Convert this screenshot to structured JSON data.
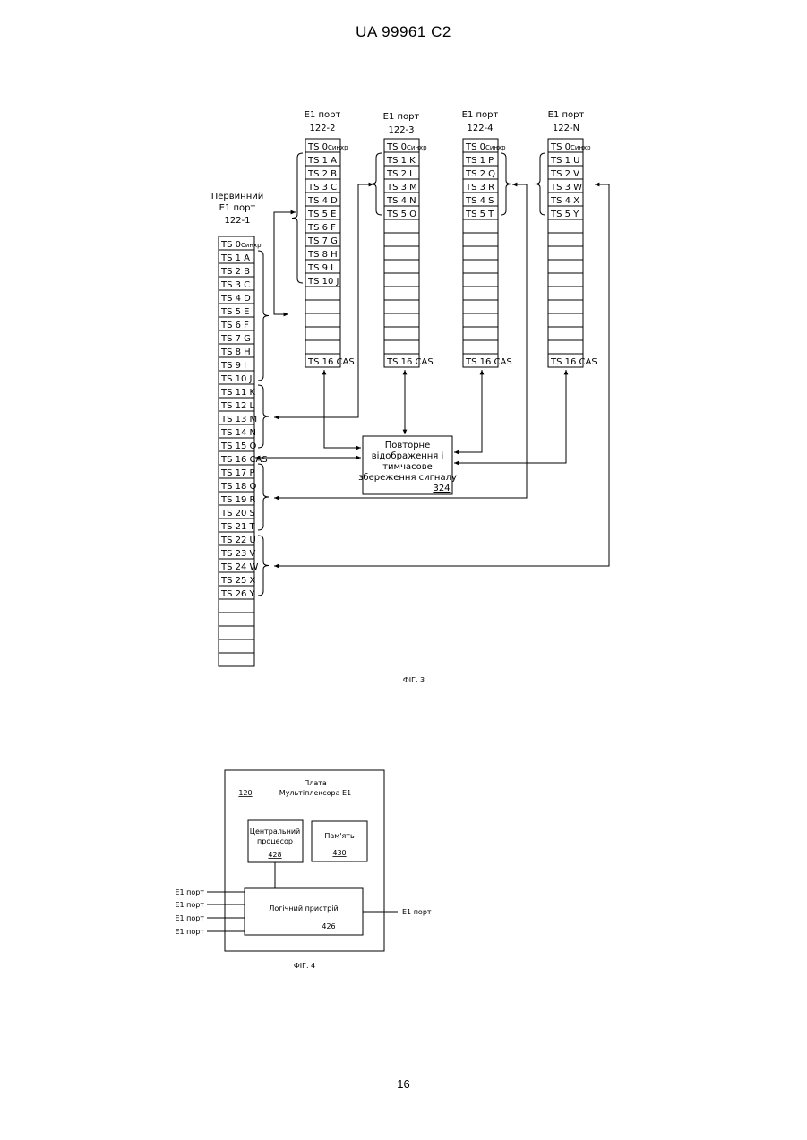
{
  "header": "UA   99961   C2",
  "page_number": "16",
  "fig3": {
    "caption": "ФІГ. 3",
    "primary": {
      "label_line1": "Первинний",
      "label_line2": "E1 порт",
      "label_line3": "122-1",
      "slots": [
        "TS 0",
        "TS 1 A",
        "TS 2 B",
        "TS 3 C",
        "TS 4 D",
        "TS 5 E",
        "TS 6 F",
        "TS 7 G",
        "TS 8 H",
        "TS 9 I",
        "TS 10 J",
        "TS 11 K",
        "TS 12 L",
        "TS 13 M",
        "TS 14 N",
        "TS 15 O",
        "TS 16 CAS",
        "TS 17 P",
        "TS 18 Q",
        "TS 19 R",
        "TS 20 S",
        "TS 21 T",
        "TS 22 U",
        "TS 23 V",
        "TS 24 W",
        "TS 25 X",
        "TS 26 Y",
        "",
        "",
        "",
        "",
        ""
      ]
    },
    "ts0_suffix": "Синхр",
    "ports": [
      {
        "label_line1": "E1 порт",
        "label_line2": "122-2",
        "slots": [
          "TS 0",
          "TS 1 A",
          "TS 2 B",
          "TS 3 C",
          "TS 4 D",
          "TS 5 E",
          "TS 6 F",
          "TS 7 G",
          "TS 8 H",
          "TS 9 I",
          "TS 10 J",
          "",
          "",
          "",
          "",
          "",
          "TS 16 CAS"
        ]
      },
      {
        "label_line1": "E1 порт",
        "label_line2": "122-3",
        "slots": [
          "TS 0",
          "TS 1 K",
          "TS 2 L",
          "TS 3 M",
          "TS 4 N",
          "TS 5 O",
          "",
          "",
          "",
          "",
          "",
          "",
          "",
          "",
          "",
          "",
          "TS 16 CAS"
        ]
      },
      {
        "label_line1": "E1 порт",
        "label_line2": "122-4",
        "slots": [
          "TS 0",
          "TS 1 P",
          "TS 2 Q",
          "TS 3 R",
          "TS 4 S",
          "TS 5 T",
          "",
          "",
          "",
          "",
          "",
          "",
          "",
          "",
          "",
          "",
          "TS 16 CAS"
        ]
      },
      {
        "label_line1": "E1 порт",
        "label_line2": "122-N",
        "slots": [
          "TS 0",
          "TS 1 U",
          "TS 2 V",
          "TS 3 W",
          "TS 4 X",
          "TS 5 Y",
          "",
          "",
          "",
          "",
          "",
          "",
          "",
          "",
          "",
          "",
          "TS 16 CAS"
        ]
      }
    ],
    "remap_box": {
      "line1": "Повторне",
      "line2": "відображення і",
      "line3": "тимчасове",
      "line4": "збереження сигналу",
      "ref": "324"
    }
  },
  "fig4": {
    "caption": "ФІГ. 4",
    "board_title_line1": "Плата",
    "board_title_line2": "Мультіплексора E1",
    "board_ref": "120",
    "cpu_line1": "Центральний",
    "cpu_line2": "процесор",
    "cpu_ref": "428",
    "memory_label": "Пам'ять",
    "memory_ref": "430",
    "logic_label": "Логічний пристрій",
    "logic_ref": "426",
    "inputs": [
      "E1 порт",
      "E1 порт",
      "E1 порт",
      "E1 порт"
    ],
    "output": "E1 порт"
  }
}
